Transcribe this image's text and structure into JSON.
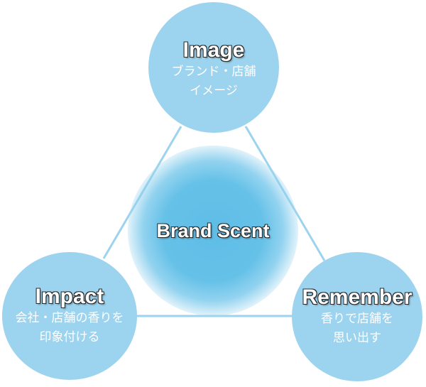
{
  "center": {
    "title": "Brand Scent"
  },
  "nodes": {
    "image": {
      "title": "Image",
      "line1": "ブランド・店舗",
      "line2": "イメージ"
    },
    "impact": {
      "title": "Impact",
      "line1": "会社・店舗の香りを",
      "line2": "印象付ける"
    },
    "remember": {
      "title": "Remember",
      "line1": "香りで店舗を",
      "line2": "思い出す"
    }
  },
  "colors": {
    "circle_fill": "#9cd3ee",
    "connector_line": "#9cd3ee",
    "center_glow": "#5fbde6",
    "text": "#ffffff",
    "title_outline": "#2a2a2a"
  }
}
